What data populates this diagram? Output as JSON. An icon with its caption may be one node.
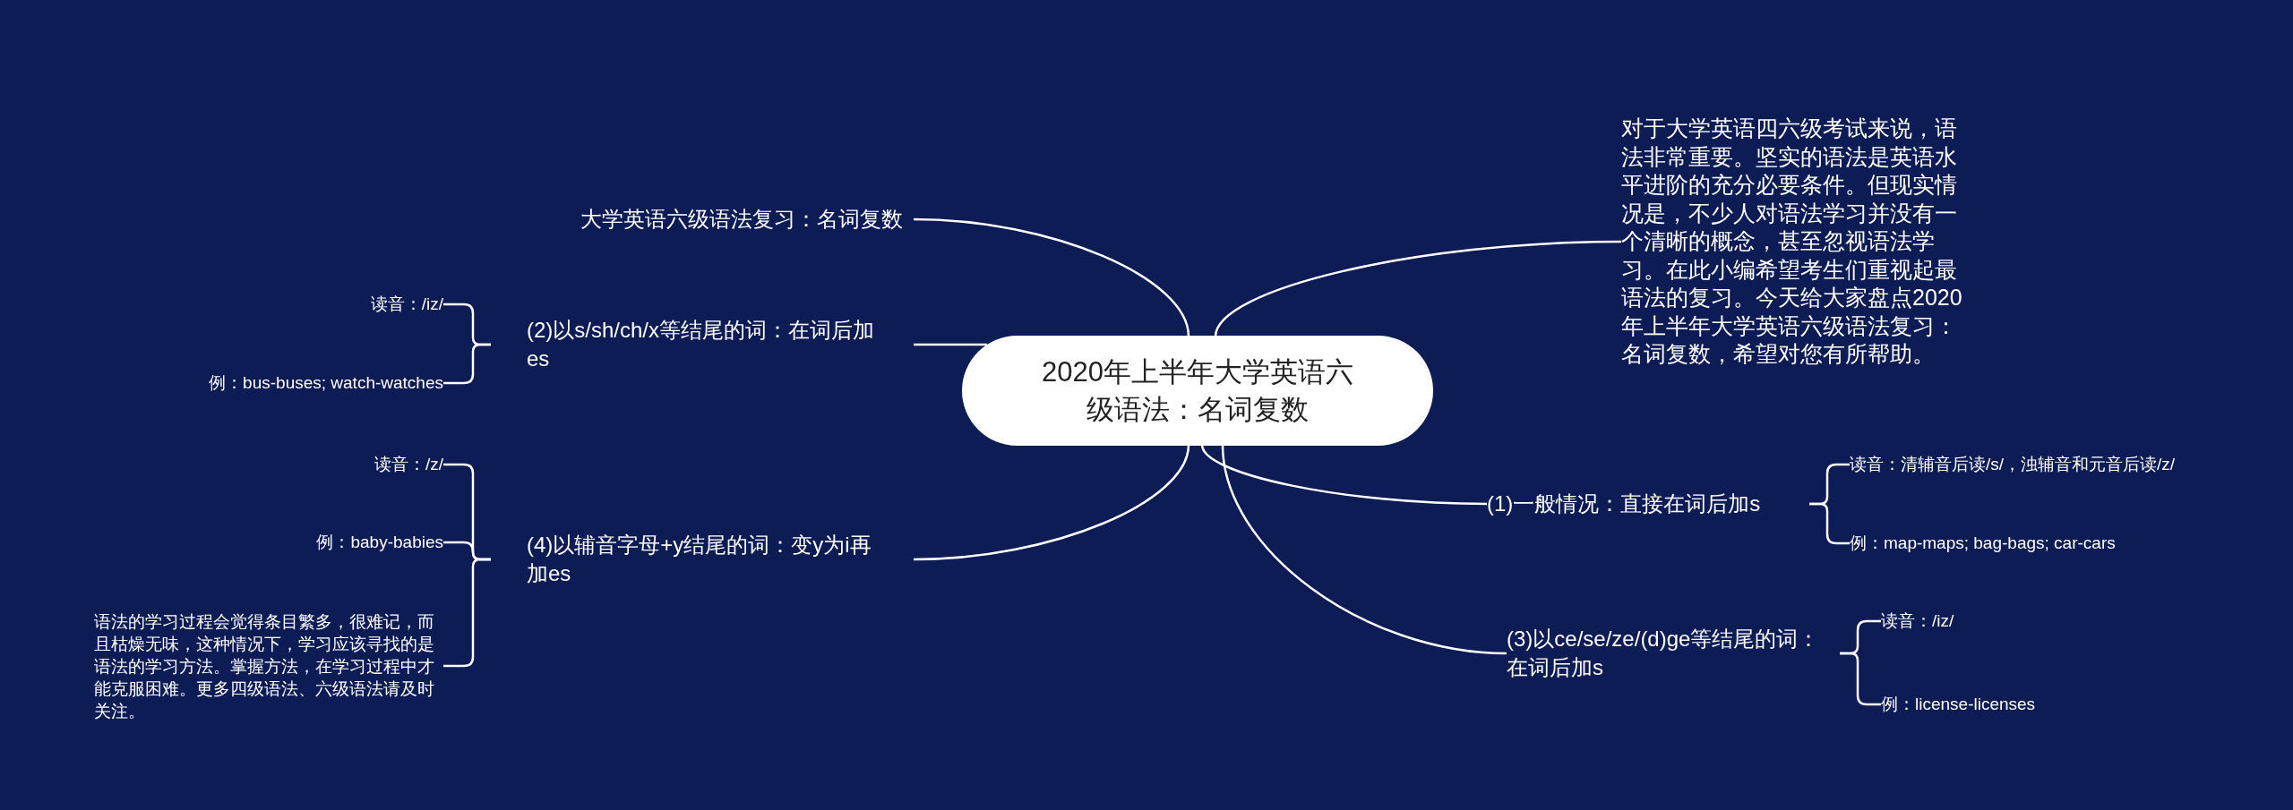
{
  "diagram": {
    "nodes": [
      {
        "text": [
          "2020年上半年大学英语六级语法：名词复数"
        ]
      },
      {
        "text": [
          "大学英语六级语法复习：名词复数"
        ]
      },
      {
        "text": [
          "(2)以s/sh/ch/x等结尾的词：在词后加es"
        ]
      },
      {
        "text": [
          "读音：/iz/"
        ]
      },
      {
        "text": [
          "例：bus-buses; watch-watches"
        ]
      },
      {
        "text": [
          "(4)以辅音字母+y结尾的词：变y为i再加es"
        ]
      },
      {
        "text": [
          "读音：/z/"
        ]
      },
      {
        "text": [
          "例：baby-babies"
        ]
      },
      {
        "text": [
          "语法的学习过程会觉得条目繁多，很难记，而且枯燥无味，这种情况下，学习应该寻找的是语法的学习方法。掌握方法，在学习过程中才能克服困难。更多四级语法、六级语法请及时关注。"
        ]
      },
      {
        "text": [
          "对于大学英语四六级考试来说，语法非常重要。坚实的语法是英语水平进阶的充分必要条件。但现实情况是，不少人对语法学习并没有一个清晰的概念，甚至忽视语法学习。在此小编希望考生们重视起最语法的复习。今天给大家盘点2020年上半年大学英语六级语法复习：名词复数，希望对您有所帮助。"
        ]
      },
      {
        "text": [
          "(1)一般情况：直接在词后加s"
        ]
      },
      {
        "text": [
          "读音：清辅音后读/s/，浊辅音和元音后读/z/"
        ]
      },
      {
        "text": [
          "例：map-maps; bag-bags; car-cars"
        ]
      },
      {
        "text": [
          "(3)以ce/se/ze/(d)ge等结尾的词：在词后加s"
        ]
      },
      {
        "text": [
          "读音：/iz/"
        ]
      },
      {
        "text": [
          "例：license-licenses"
        ]
      }
    ],
    "edges": [
      {
        "from": 0,
        "to": 1,
        "arrow": "none"
      },
      {
        "from": 0,
        "to": 2,
        "arrow": "none"
      },
      {
        "from": 0,
        "to": 5,
        "arrow": "none"
      },
      {
        "from": 0,
        "to": 9,
        "arrow": "none"
      },
      {
        "from": 0,
        "to": 10,
        "arrow": "none"
      },
      {
        "from": 0,
        "to": 13,
        "arrow": "none"
      },
      {
        "from": 2,
        "to": 3,
        "arrow": "none"
      },
      {
        "from": 2,
        "to": 4,
        "arrow": "none"
      },
      {
        "from": 5,
        "to": 6,
        "arrow": "none"
      },
      {
        "from": 5,
        "to": 7,
        "arrow": "none"
      },
      {
        "from": 5,
        "to": 8,
        "arrow": "none"
      },
      {
        "from": 10,
        "to": 11,
        "arrow": "none"
      },
      {
        "from": 10,
        "to": 12,
        "arrow": "none"
      },
      {
        "from": 13,
        "to": 14,
        "arrow": "none"
      },
      {
        "from": 13,
        "to": 15,
        "arrow": "none"
      }
    ]
  }
}
